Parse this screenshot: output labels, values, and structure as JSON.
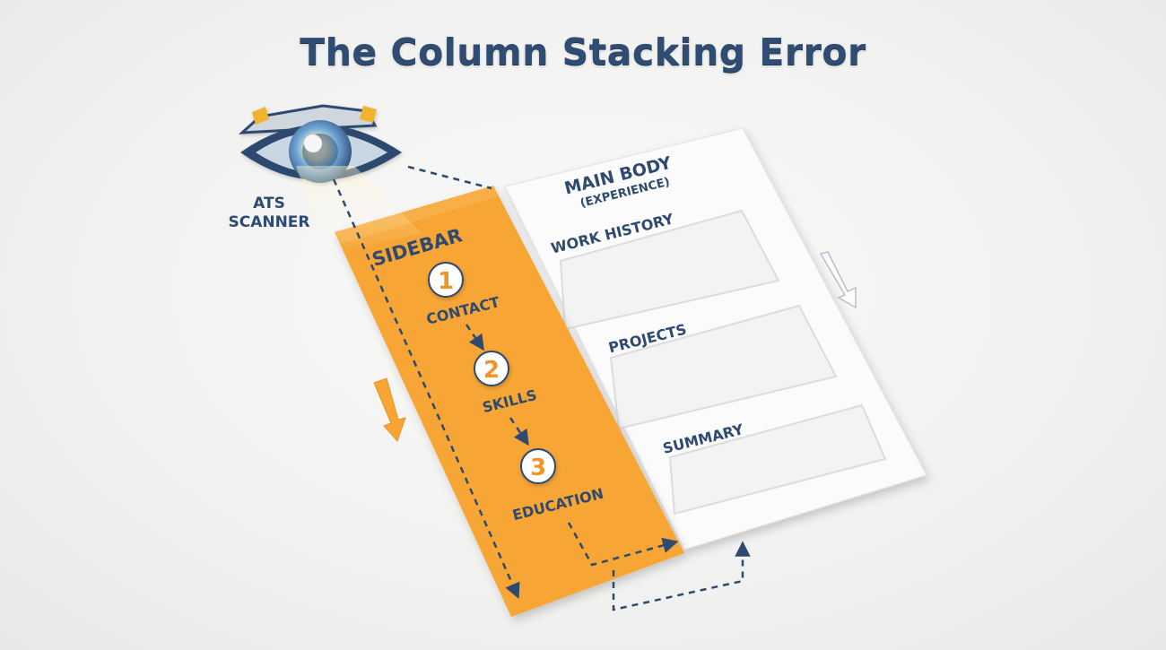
{
  "title": "The Column Stacking Error",
  "scanner": {
    "line1": "ATS",
    "line2": "SCANNER",
    "icon": "eye-icon"
  },
  "sidebar": {
    "heading": "SIDEBAR",
    "steps": [
      {
        "number": "1",
        "label": "CONTACT"
      },
      {
        "number": "2",
        "label": "SKILLS"
      },
      {
        "number": "3",
        "label": "EDUCATION"
      }
    ]
  },
  "main_body": {
    "heading_line1": "MAIN BODY",
    "heading_line2": "(EXPERIENCE)",
    "sections": [
      "WORK HISTORY",
      "PROJECTS",
      "SUMMARY"
    ]
  },
  "colors": {
    "sidebar": "#f7a535",
    "navy": "#2e4a6f",
    "title": "#2f4d72",
    "page": "#fbfbfb"
  }
}
